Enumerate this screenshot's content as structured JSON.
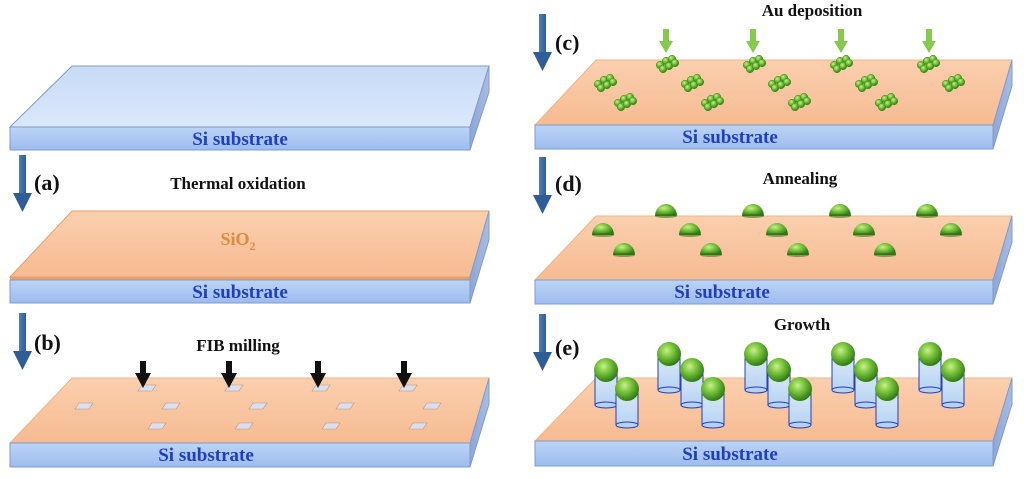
{
  "figure": {
    "type": "process-flow",
    "description": "Fabrication steps for nanowire growth on Si substrate"
  },
  "colors": {
    "substrate_front": "#a9c6f2",
    "substrate_top": "#d4e3f8",
    "substrate_side": "#8fa7d3",
    "oxide_top": "#f8c39e",
    "oxide_edge": "#e8a06a",
    "step_arrow": "#3e6ba3",
    "au_green": "#6cbf3a",
    "substrate_text": "#1f3fbf",
    "oxide_text": "#e08a3c"
  },
  "labels": {
    "substrate": "Si substrate",
    "sio2_main": "SiO",
    "sio2_sub": "2"
  },
  "steps": [
    {
      "id": "a",
      "label": "(a)",
      "process": "Thermal oxidation"
    },
    {
      "id": "b",
      "label": "(b)",
      "process": "FIB milling"
    },
    {
      "id": "c",
      "label": "(c)",
      "process": "Au deposition"
    },
    {
      "id": "d",
      "label": "(d)",
      "process": "Annealing"
    },
    {
      "id": "e",
      "label": "(e)",
      "process": "Growth"
    }
  ]
}
